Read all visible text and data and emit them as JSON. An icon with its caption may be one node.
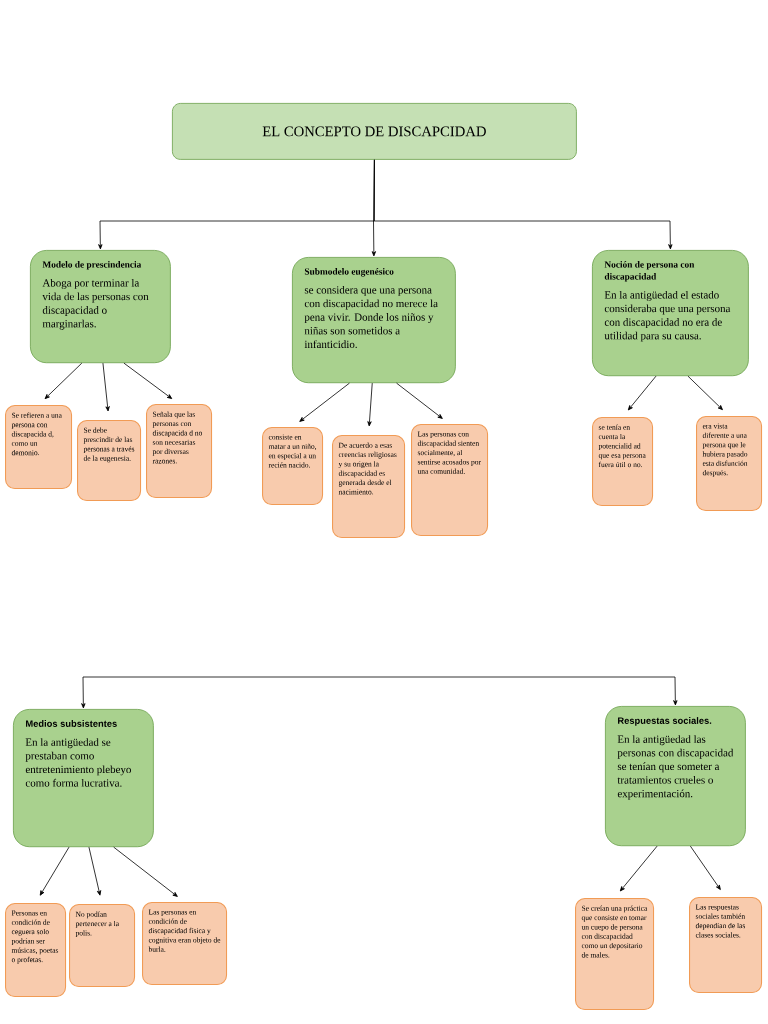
{
  "diagram": {
    "nodes": [
      {
        "text": [
          "EL CONCEPTO DE DISCAPCIDAD"
        ]
      },
      {
        "text": [
          "Modelo de prescindencia",
          "Aboga por terminar la vida de las personas con discapacidad o marginarlas."
        ]
      },
      {
        "text": [
          "Submodelo eugenésico",
          "se considera que una persona con discapacidad no merece la pena vivir. Donde los niños y niñas son sometidos a infanticidio."
        ]
      },
      {
        "text": [
          "Noción de persona con discapacidad",
          "En la antigüedad el estado consideraba que una persona con discapacidad no era de utilidad para su causa."
        ]
      },
      {
        "text": [
          "Se refieren a una persona con discapacida d, como un demonio."
        ]
      },
      {
        "text": [
          "Se debe prescindir de las personas a través de la eugenesia."
        ]
      },
      {
        "text": [
          "Señala que las personas con discapacida d no son necesarias por diversas razones."
        ]
      },
      {
        "text": [
          "consiste en matar a un niño, en especial a un recién nacido."
        ]
      },
      {
        "text": [
          "De acuerdo a esas creencias religiosas y su origen la discapacidad es generada desde el nacimiento."
        ]
      },
      {
        "text": [
          "Las personas con discapacidad sienten socialmente, al sentirse acosados por una comunidad."
        ]
      },
      {
        "text": [
          "se tenía en cuenta la potencialid ad que esa persona fuera útil o no."
        ]
      },
      {
        "text": [
          "era vista diferente a una persona que le hubiera pasado esta disfunción después."
        ]
      },
      {
        "text": [
          "Medios subsistentes",
          "En la antigüedad se prestaban como entretenimiento plebeyo como forma lucrativa."
        ]
      },
      {
        "text": [
          "Respuestas sociales.",
          "En la antigüedad las personas con discapacidad se tenían que someter a tratamientos crueles o experimentación."
        ]
      },
      {
        "text": [
          "Personas en condición de ceguera solo podrían ser músicas, poetas o profetas."
        ]
      },
      {
        "text": [
          "No podían pertenecer a la polis."
        ]
      },
      {
        "text": [
          "Las personas en condición de discapacidad física y cognitiva eran objeto de burla."
        ]
      },
      {
        "text": [
          "Se creían una práctica que consiste en tomar un cuepo de persona con discapacidad como un depositario de males."
        ]
      },
      {
        "text": [
          "Las respuestas sociales también dependían de las clases sociales."
        ]
      }
    ],
    "edges": [
      {
        "from": 0,
        "to": 1,
        "arrow": "to"
      },
      {
        "from": 0,
        "to": 2,
        "arrow": "to"
      },
      {
        "from": 0,
        "to": 3,
        "arrow": "to"
      },
      {
        "from": 1,
        "to": 4,
        "arrow": "to"
      },
      {
        "from": 1,
        "to": 5,
        "arrow": "to"
      },
      {
        "from": 1,
        "to": 6,
        "arrow": "to"
      },
      {
        "from": 2,
        "to": 7,
        "arrow": "to"
      },
      {
        "from": 2,
        "to": 8,
        "arrow": "to"
      },
      {
        "from": 2,
        "to": 9,
        "arrow": "to"
      },
      {
        "from": 3,
        "to": 10,
        "arrow": "to"
      },
      {
        "from": 3,
        "to": 11,
        "arrow": "to"
      },
      {
        "from": null,
        "to": 12,
        "arrow": "to"
      },
      {
        "from": null,
        "to": 13,
        "arrow": "to"
      },
      {
        "from": 12,
        "to": 14,
        "arrow": "to"
      },
      {
        "from": 12,
        "to": 15,
        "arrow": "to"
      },
      {
        "from": 12,
        "to": 16,
        "arrow": "to"
      },
      {
        "from": 13,
        "to": 17,
        "arrow": "to"
      },
      {
        "from": 13,
        "to": 18,
        "arrow": "to"
      }
    ]
  }
}
